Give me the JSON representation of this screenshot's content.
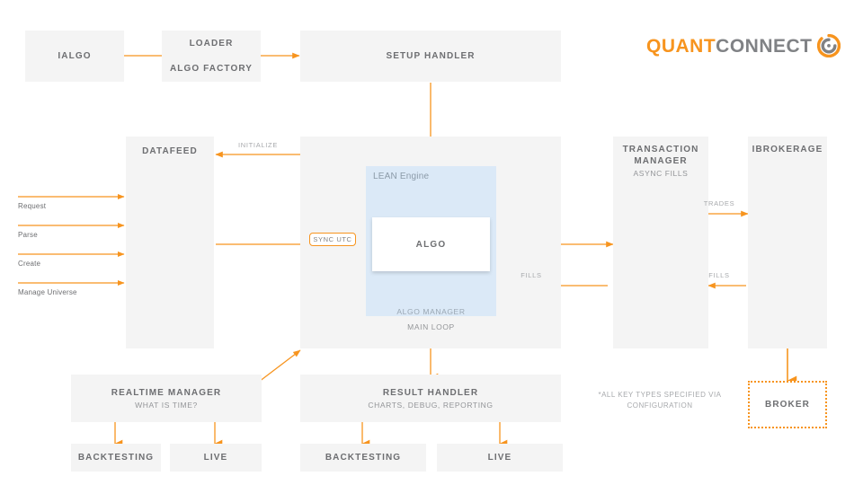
{
  "brand": {
    "name_part1": "QUANT",
    "name_part2": "CONNECT",
    "mark": "quantconnect-logo-mark",
    "orange": "#f7941e",
    "gray": "#808285"
  },
  "nodes": {
    "ialgo": {
      "title": "IALGO"
    },
    "loader": {
      "title": "LOADER"
    },
    "algo_factory": {
      "title": "ALGO FACTORY"
    },
    "setup_handler": {
      "title": "SETUP HANDLER"
    },
    "datafeed": {
      "title": "DATAFEED"
    },
    "lean_engine": {
      "title": "LEAN Engine"
    },
    "algo": {
      "title": "ALGO"
    },
    "algo_manager": {
      "title": "ALGO MANAGER"
    },
    "main_loop": {
      "title": "MAIN LOOP"
    },
    "transaction_manager": {
      "title": "TRANSACTION\nMANAGER",
      "subtitle": "ASYNC FILLS"
    },
    "ibrokerage": {
      "title": "IBROKERAGE"
    },
    "broker": {
      "title": "BROKER"
    },
    "realtime_manager": {
      "title": "REALTIME MANAGER",
      "subtitle": "WHAT IS TIME?"
    },
    "result_handler": {
      "title": "RESULT HANDLER",
      "subtitle": "CHARTS, DEBUG, REPORTING"
    },
    "rt_backtesting": {
      "title": "BACKTESTING"
    },
    "rt_live": {
      "title": "LIVE"
    },
    "rh_backtesting": {
      "title": "BACKTESTING"
    },
    "rh_live": {
      "title": "LIVE"
    }
  },
  "edges": {
    "initialize": "INITIALIZE",
    "sync_utc": "SYNC UTC",
    "trades": "TRADES",
    "fills_left": "FILLS",
    "fills_right": "FILLS"
  },
  "side_labels": [
    {
      "text": "Request"
    },
    {
      "text": "Parse"
    },
    {
      "text": "Create"
    },
    {
      "text": "Manage Universe"
    }
  ],
  "footnote": "*ALL KEY TYPES SPECIFIED VIA\nCONFIGURATION"
}
